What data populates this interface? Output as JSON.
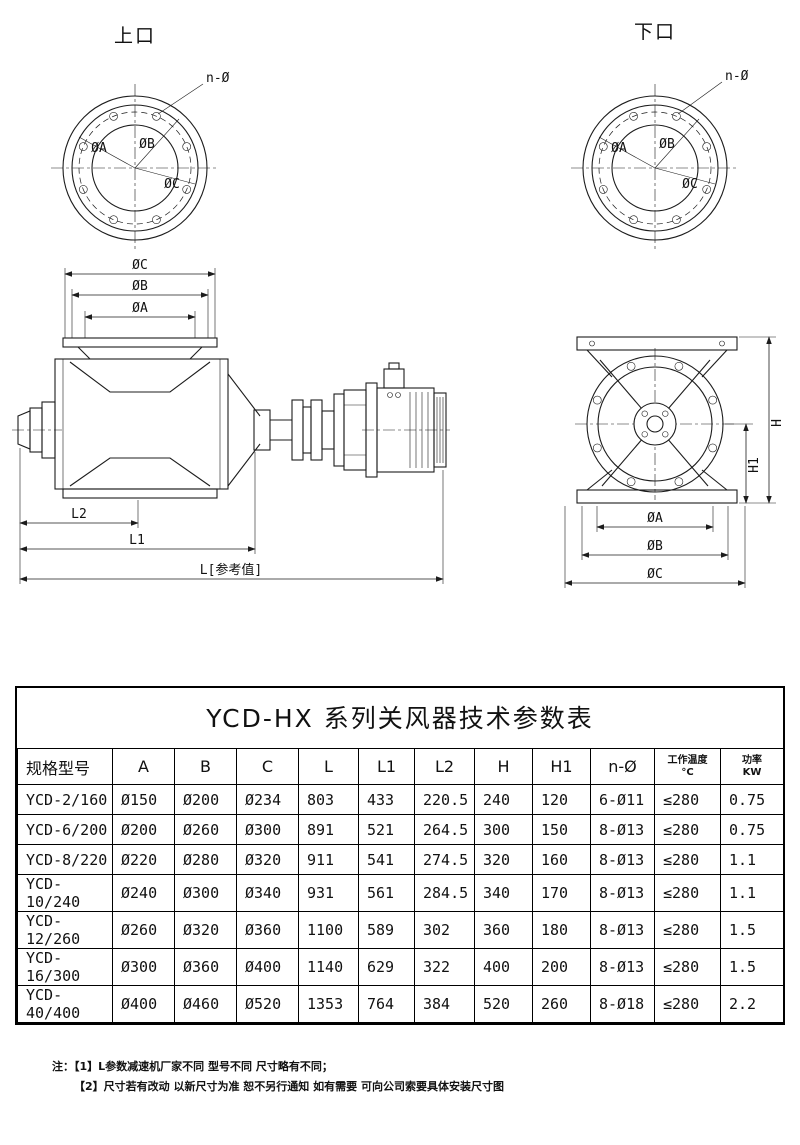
{
  "drawings": {
    "top_port_label": "上口",
    "bottom_port_label": "下口",
    "bolt_note": "n-Ø",
    "dia_a": "ØA",
    "dia_b": "ØB",
    "dia_c": "ØC",
    "len_l1": "L1",
    "len_l2": "L2",
    "len_l_ref": "L[参考值]",
    "height_h": "H",
    "height_h1": "H1"
  },
  "table": {
    "title": "YCD-HX 系列关风器技术参数表",
    "headers": [
      "规格型号",
      "A",
      "B",
      "C",
      "L",
      "L1",
      "L2",
      "H",
      "H1",
      "n-Ø",
      "工作温度\n°C",
      "功率\nKW"
    ],
    "rows": [
      [
        "YCD-2/160",
        "Ø150",
        "Ø200",
        "Ø234",
        "803",
        "433",
        "220.5",
        "240",
        "120",
        "6-Ø11",
        "≤280",
        "0.75"
      ],
      [
        "YCD-6/200",
        "Ø200",
        "Ø260",
        "Ø300",
        "891",
        "521",
        "264.5",
        "300",
        "150",
        "8-Ø13",
        "≤280",
        "0.75"
      ],
      [
        "YCD-8/220",
        "Ø220",
        "Ø280",
        "Ø320",
        "911",
        "541",
        "274.5",
        "320",
        "160",
        "8-Ø13",
        "≤280",
        "1.1"
      ],
      [
        "YCD-10/240",
        "Ø240",
        "Ø300",
        "Ø340",
        "931",
        "561",
        "284.5",
        "340",
        "170",
        "8-Ø13",
        "≤280",
        "1.1"
      ],
      [
        "YCD-12/260",
        "Ø260",
        "Ø320",
        "Ø360",
        "1100",
        "589",
        "302",
        "360",
        "180",
        "8-Ø13",
        "≤280",
        "1.5"
      ],
      [
        "YCD-16/300",
        "Ø300",
        "Ø360",
        "Ø400",
        "1140",
        "629",
        "322",
        "400",
        "200",
        "8-Ø13",
        "≤280",
        "1.5"
      ],
      [
        "YCD-40/400",
        "Ø400",
        "Ø460",
        "Ø520",
        "1353",
        "764",
        "384",
        "520",
        "260",
        "8-Ø18",
        "≤280",
        "2.2"
      ]
    ]
  },
  "notes": {
    "line1": "注：【1】L参数减速机厂家不同 型号不同 尺寸略有不同；",
    "line2": "【2】尺寸若有改动 以新尺寸为准 恕不另行通知 如有需要 可向公司索要具体安装尺寸图"
  }
}
